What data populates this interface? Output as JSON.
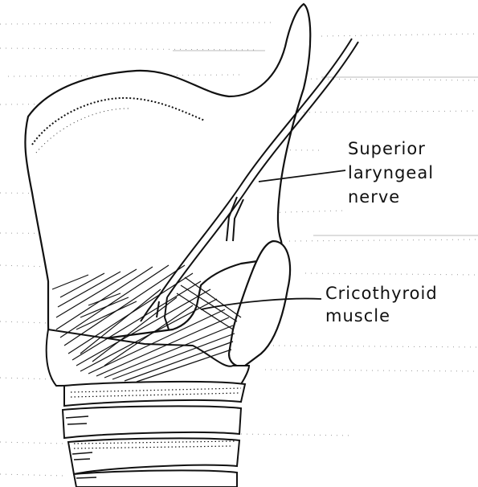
{
  "labels": {
    "superior_laryngeal_nerve": [
      "Superior",
      "laryngeal",
      "nerve"
    ],
    "cricothyroid_muscle": [
      "Cricothyroid",
      "muscle"
    ]
  },
  "colors": {
    "ink": "#111111",
    "background": "#ffffff"
  }
}
